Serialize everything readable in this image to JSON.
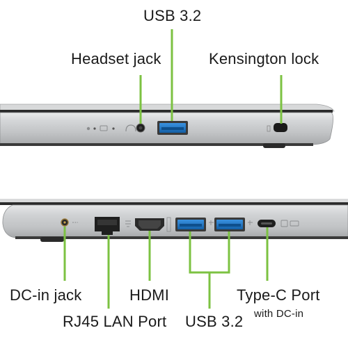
{
  "top_view": {
    "callouts": {
      "usb": "USB 3.2",
      "headset": "Headset jack",
      "kensington": "Kensington lock"
    }
  },
  "bottom_view": {
    "callouts": {
      "dc_in": "DC-in jack",
      "rj45": "RJ45 LAN Port",
      "hdmi": "HDMI",
      "usb": "USB 3.2",
      "typec": "Type-C Port",
      "typec_sub": "with DC-in"
    }
  },
  "colors": {
    "callout_line": "#7cc242",
    "usb_port_blue": "#1e78c8",
    "chassis_silver": "#c9cbcd",
    "port_black": "#1f1f1f"
  }
}
